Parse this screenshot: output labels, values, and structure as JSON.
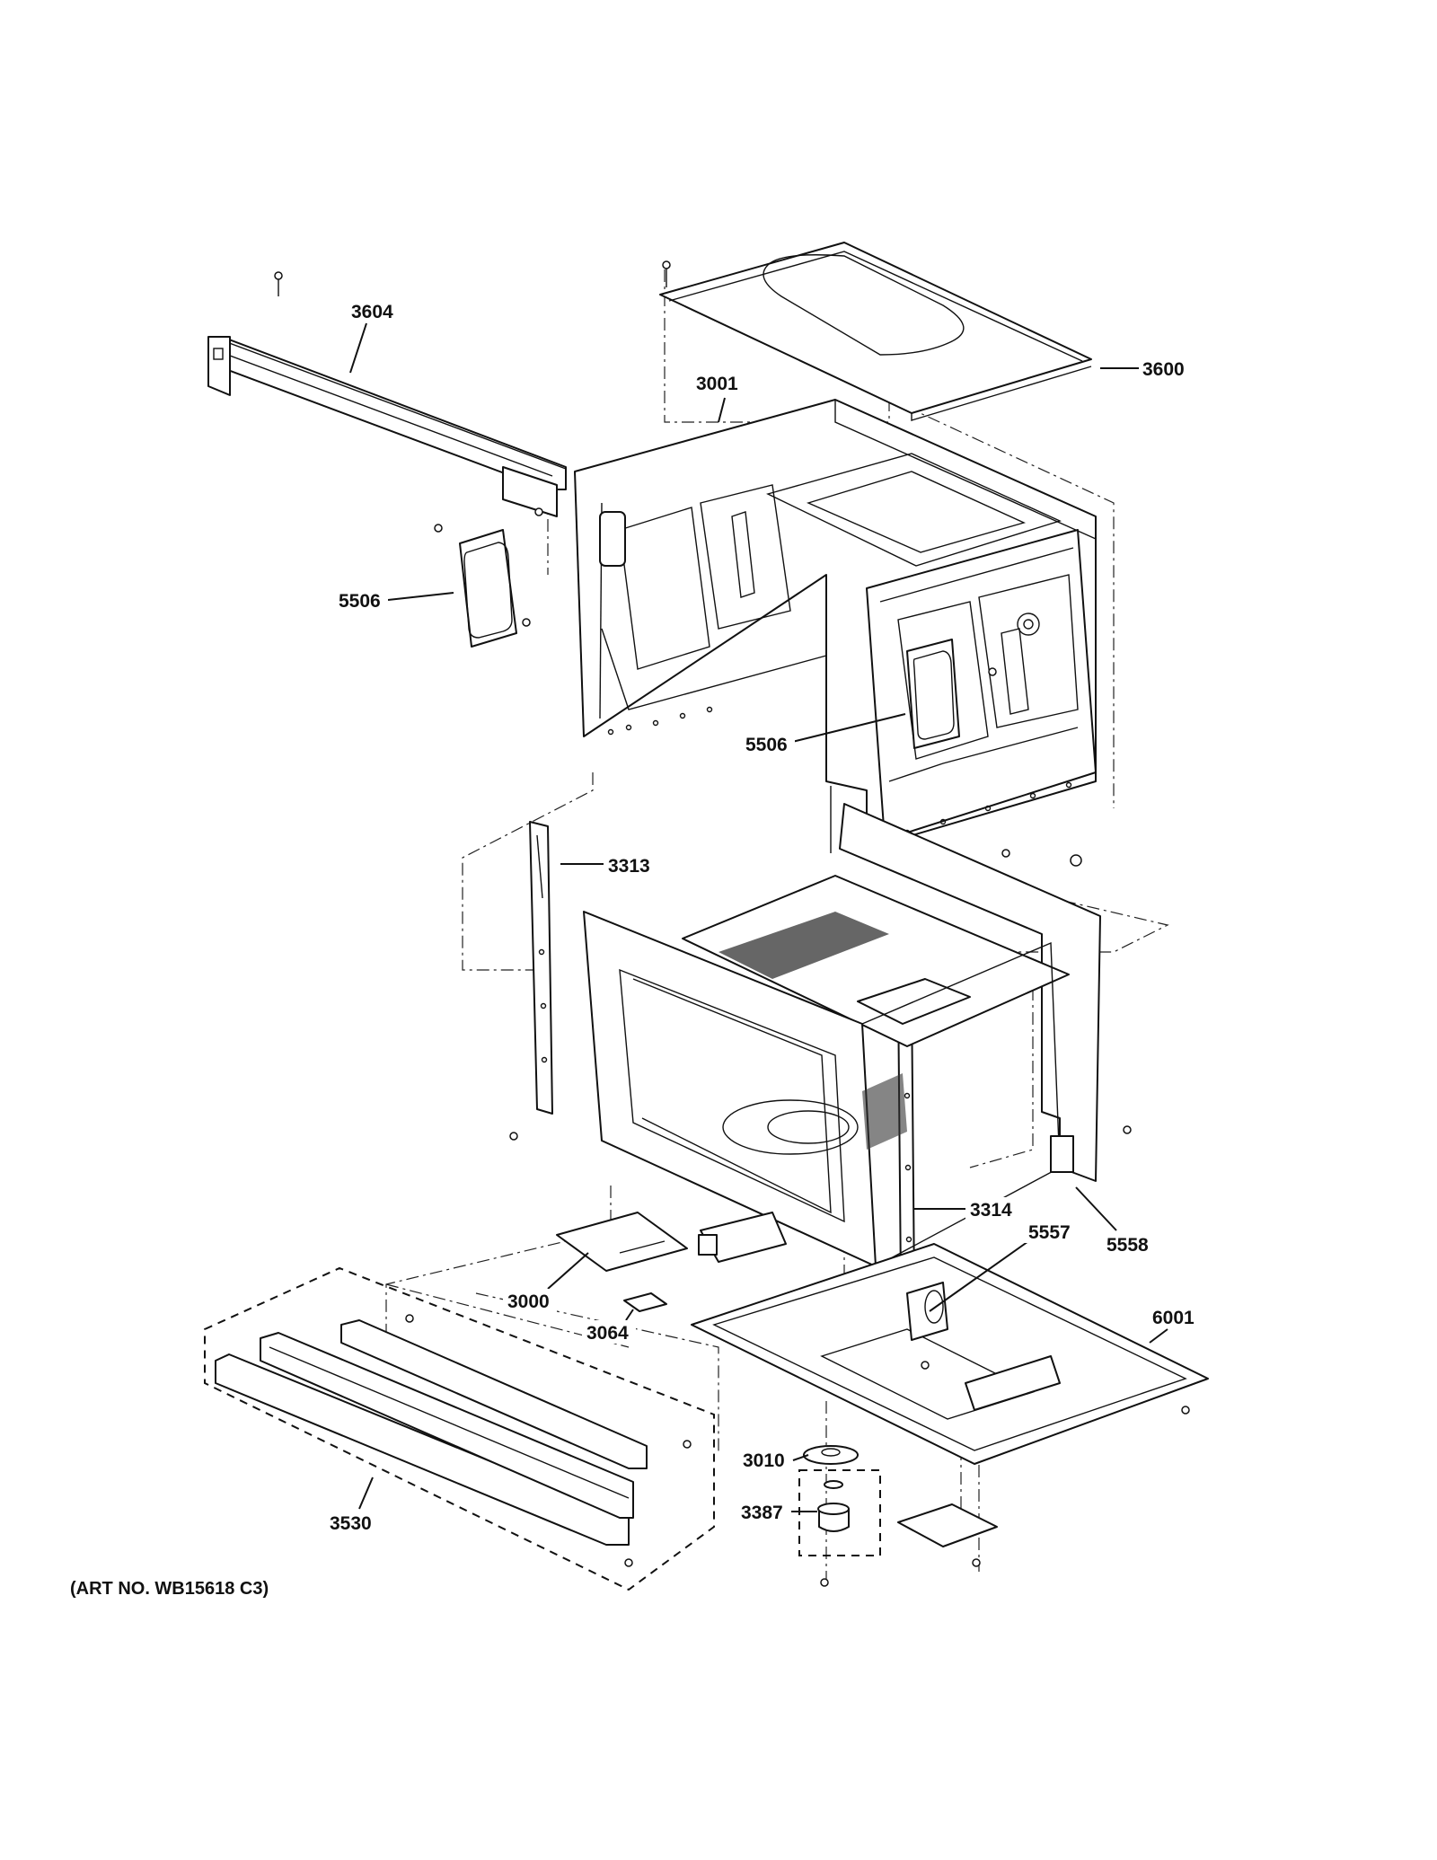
{
  "diagram": {
    "art_number": "(ART NO. WB15618 C3)",
    "callouts": [
      {
        "id": "c3604",
        "label": "3604"
      },
      {
        "id": "c3600",
        "label": "3600"
      },
      {
        "id": "c3001",
        "label": "3001"
      },
      {
        "id": "c5506a",
        "label": "5506"
      },
      {
        "id": "c5506b",
        "label": "5506"
      },
      {
        "id": "c3313",
        "label": "3313"
      },
      {
        "id": "c3314",
        "label": "3314"
      },
      {
        "id": "c5557",
        "label": "5557"
      },
      {
        "id": "c5558",
        "label": "5558"
      },
      {
        "id": "c6001",
        "label": "6001"
      },
      {
        "id": "c3000",
        "label": "3000"
      },
      {
        "id": "c3064",
        "label": "3064"
      },
      {
        "id": "c3010",
        "label": "3010"
      },
      {
        "id": "c3387",
        "label": "3387"
      },
      {
        "id": "c3530",
        "label": "3530"
      }
    ]
  }
}
